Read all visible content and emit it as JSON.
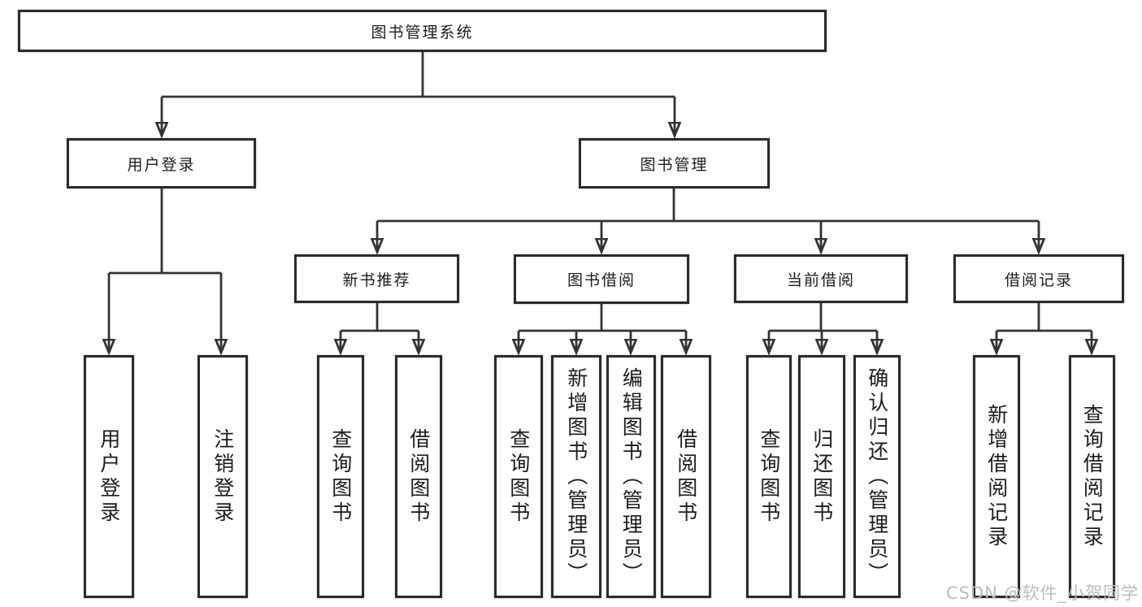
{
  "tree": {
    "root": "图书管理系统",
    "children": [
      {
        "label": "用户登录",
        "children": [
          "用户登录",
          "注销登录"
        ]
      },
      {
        "label": "图书管理",
        "children": [
          {
            "label": "新书推荐",
            "children": [
              "查询图书",
              "借阅图书"
            ]
          },
          {
            "label": "图书借阅",
            "children": [
              "查询图书",
              "新增图书（管理员）",
              "编辑图书（管理员）",
              "借阅图书"
            ]
          },
          {
            "label": "当前借阅",
            "children": [
              "查询图书",
              "归还图书",
              "确认归还（管理员）"
            ]
          },
          {
            "label": "借阅记录",
            "children": [
              "新增借阅记录",
              "查询借阅记录"
            ]
          }
        ]
      }
    ]
  },
  "watermark": {
    "text": "CSDN @软件_小贺同学"
  },
  "colors": {
    "line": "#333333",
    "box_border": "#2b2b2b",
    "box_fill": "#ffffff",
    "text": "#1c1c1c",
    "watermark": "#bcbcbc",
    "background": "#ffffff"
  }
}
